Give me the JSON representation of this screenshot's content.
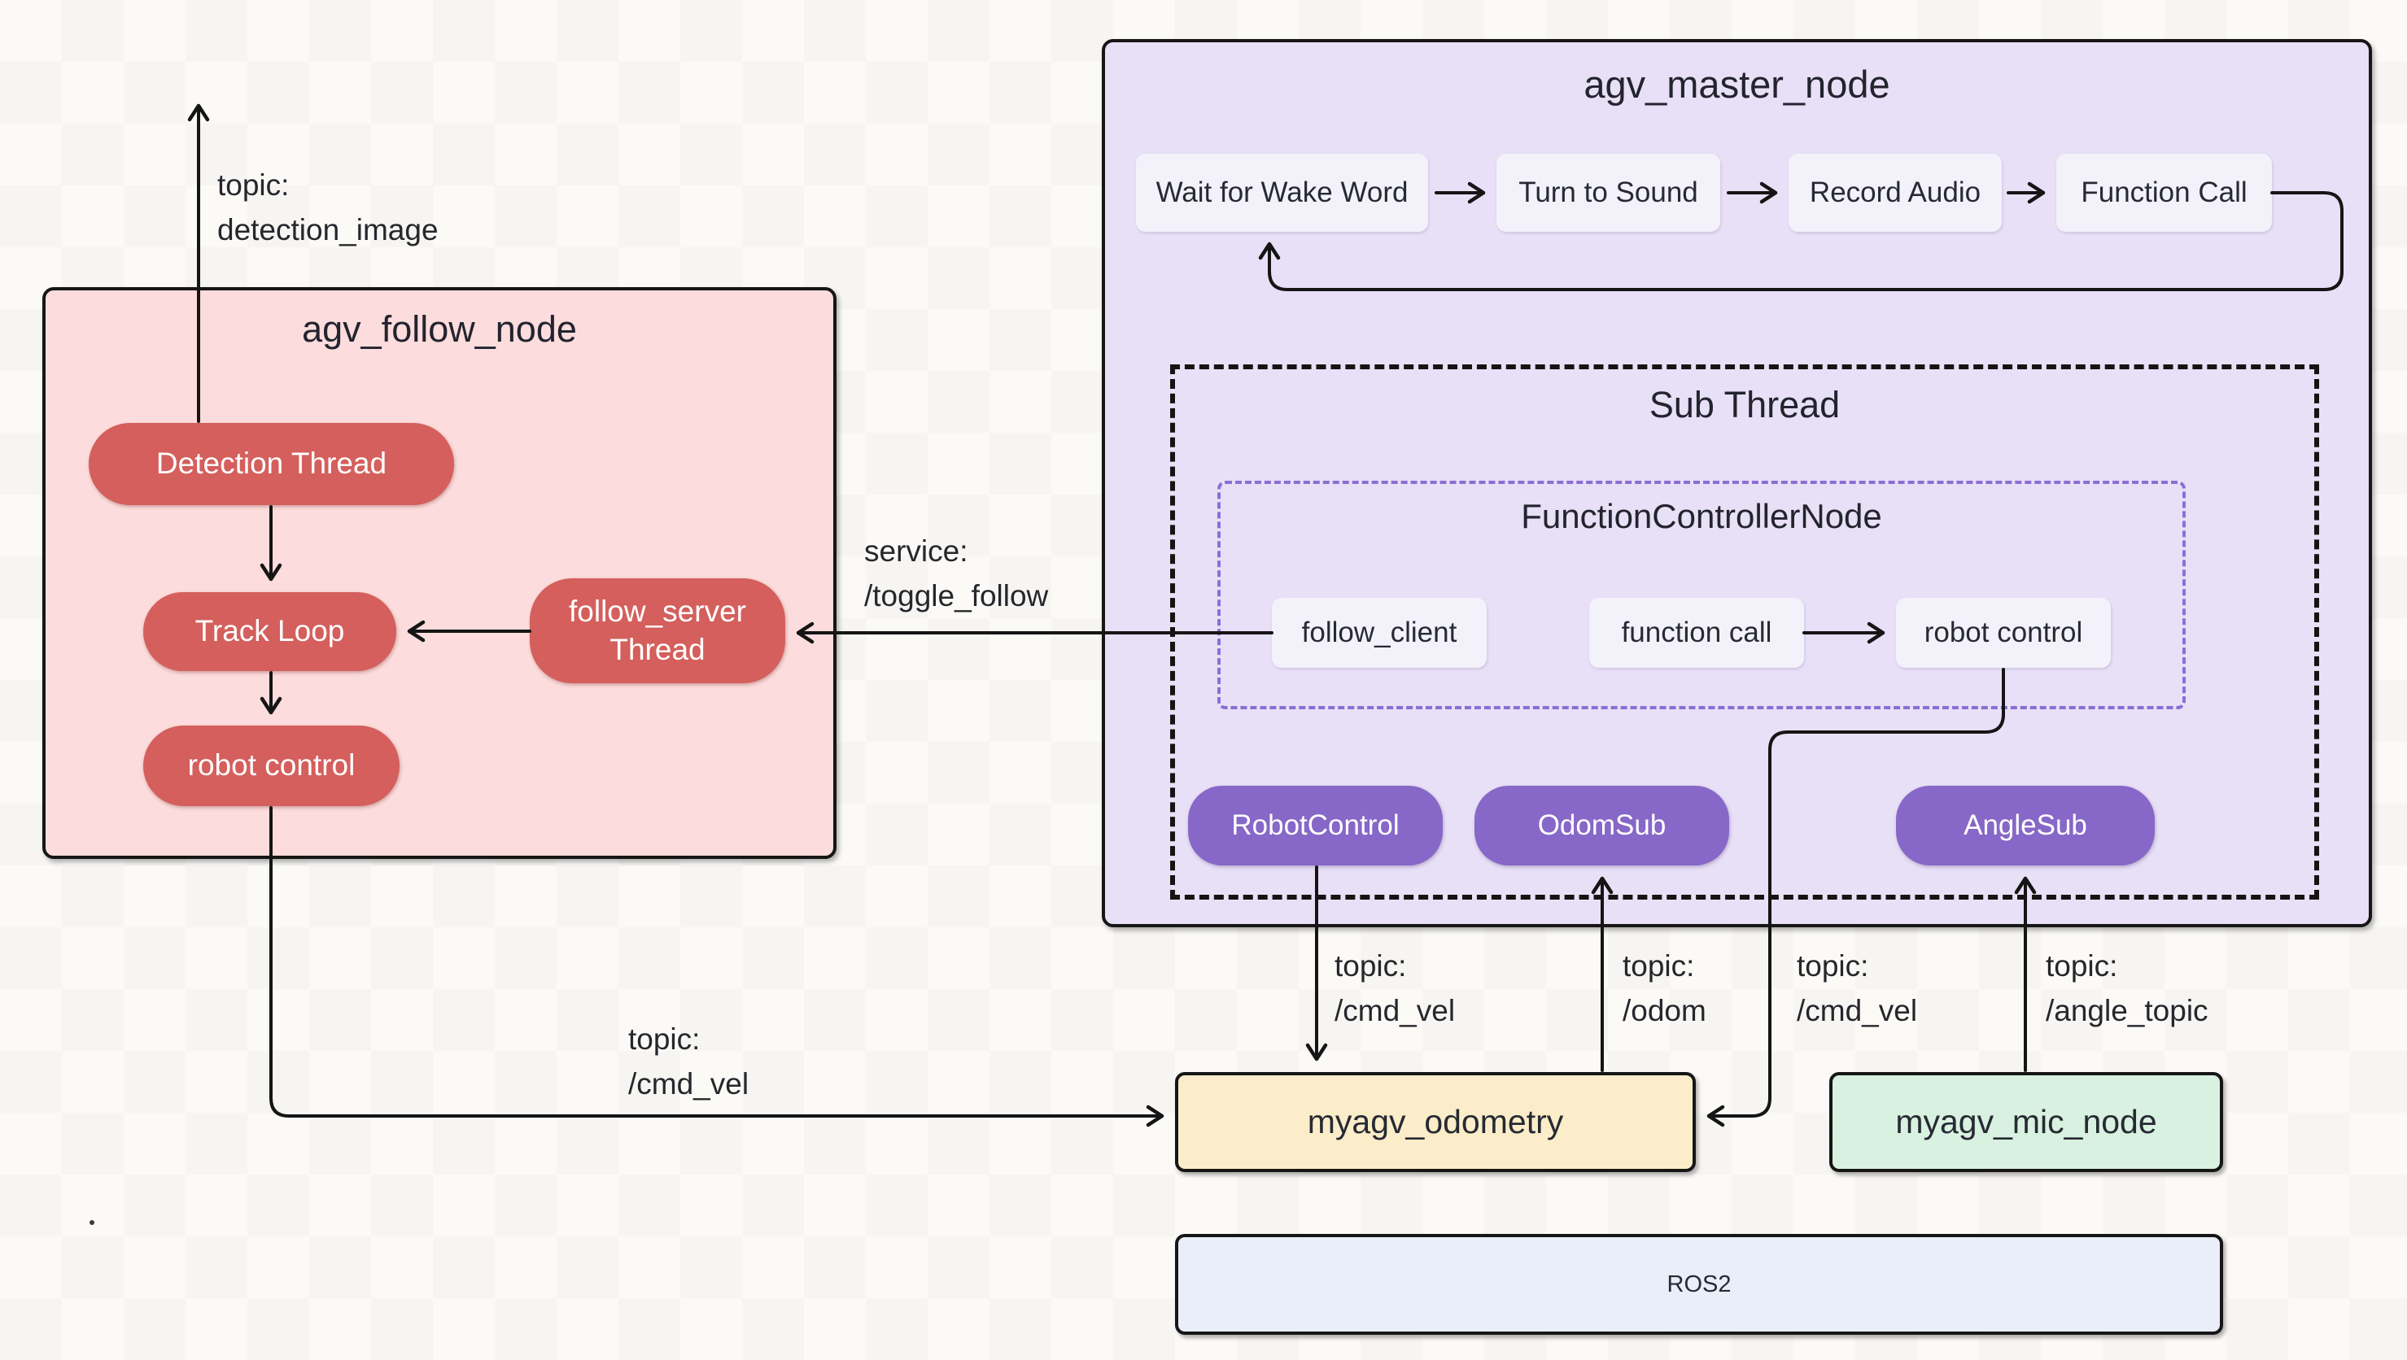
{
  "colors": {
    "background": "#fbfaf7",
    "follow_fill": "#fcdcdc",
    "master_fill": "#e8e0f6",
    "red_pill": "#d45f5c",
    "purple_pill": "#8767c7",
    "flow_box": "#f3f2fb",
    "odometry_fill": "#fbedc9",
    "mic_fill": "#d9f1e0",
    "ros2_fill": "#e9eef8",
    "line": "#151515",
    "fcn_border": "#8a6fd6"
  },
  "follow_node": {
    "title": "agv_follow_node",
    "detection_thread": "Detection Thread",
    "track_loop": "Track Loop",
    "robot_control": "robot control",
    "follow_server_thread": "follow_server Thread"
  },
  "master_node": {
    "title": "agv_master_node",
    "flow": {
      "step1": "Wait for Wake Word",
      "step2": "Turn to Sound",
      "step3": "Record Audio",
      "step4": "Function Call"
    },
    "sub_thread": {
      "title": "Sub Thread",
      "function_controller": {
        "title": "FunctionControllerNode",
        "follow_client": "follow_client",
        "function_call": "function call",
        "robot_control": "robot control"
      },
      "robot_control_pill": "RobotControl",
      "odom_sub_pill": "OdomSub",
      "angle_sub_pill": "AngleSub"
    }
  },
  "external_nodes": {
    "odometry": "myagv_odometry",
    "mic": "myagv_mic_node",
    "ros2": "ROS2"
  },
  "edge_labels": {
    "detection": {
      "l1": "topic:",
      "l2": "detection_image"
    },
    "toggle_follow": {
      "l1": "service:",
      "l2": "/toggle_follow"
    },
    "follow_cmd_vel": {
      "l1": "topic:",
      "l2": "/cmd_vel"
    },
    "robotcontrol_cmd_vel": {
      "l1": "topic:",
      "l2": "/cmd_vel"
    },
    "odom": {
      "l1": "topic:",
      "l2": "/odom"
    },
    "fcn_cmd_vel": {
      "l1": "topic:",
      "l2": "/cmd_vel"
    },
    "angle": {
      "l1": "topic:",
      "l2": "/angle_topic"
    }
  }
}
